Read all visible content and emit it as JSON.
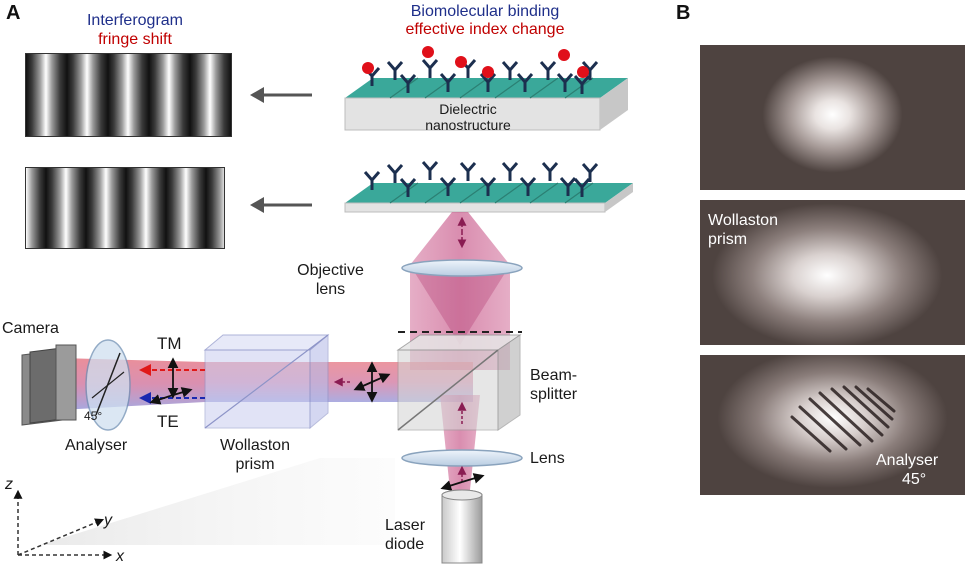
{
  "panel_a": {
    "letter": "A",
    "interferogram_line1": "Interferogram",
    "interferogram_line2": "fringe shift",
    "binding_line1": "Biomolecular binding",
    "binding_line2": "effective index change",
    "dielectric_line1": "Dielectric",
    "dielectric_line2": "nanostructure",
    "objective_line1": "Objective",
    "objective_line2": "lens",
    "camera": "Camera",
    "tm": "TM",
    "te": "TE",
    "angle": "45°",
    "analyser": "Analyser",
    "wollaston_line1": "Wollaston",
    "wollaston_line2": "prism",
    "beamsplitter_line1": "Beam-",
    "beamsplitter_line2": "splitter",
    "lens": "Lens",
    "laser_line1": "Laser",
    "laser_line2": "diode",
    "axis_z": "z",
    "axis_y": "y",
    "axis_x": "x"
  },
  "panel_b": {
    "letter": "B",
    "wollaston_line1": "Wollaston",
    "wollaston_line2": "prism",
    "analyser_line1": "Analyser",
    "analyser_line2": "45°"
  },
  "colors": {
    "title_blue": "#1f2f8a",
    "title_red": "#c00000",
    "beam_pink": "#c0457a",
    "chip_teal": "#3aa89a",
    "antibody_navy": "#1c2f4f",
    "analyte_red": "#e0101a",
    "panel_b_bg": "#4e4340"
  },
  "icons": [
    "antibody-icon",
    "analyte-dot-icon",
    "arrow-left-icon",
    "polarization-cross-icon"
  ]
}
